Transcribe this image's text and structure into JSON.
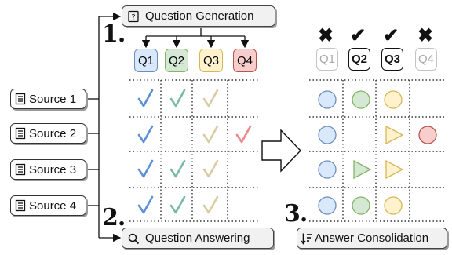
{
  "sources": [
    "Source 1",
    "Source 2",
    "Source 3",
    "Source 4"
  ],
  "stages": {
    "question_generation": "Question Generation",
    "question_answering": "Question Answering",
    "answer_consolidation": "Answer Consolidation"
  },
  "step_numbers": [
    "1.",
    "2.",
    "3."
  ],
  "questions": [
    "Q1",
    "Q2",
    "Q3",
    "Q4"
  ],
  "question_colors": {
    "Q1": {
      "fill": "#dae8fc",
      "stroke": "#6c8ebf"
    },
    "Q2": {
      "fill": "#d5e8d4",
      "stroke": "#82b366"
    },
    "Q3": {
      "fill": "#fff2cc",
      "stroke": "#d6b656"
    },
    "Q4": {
      "fill": "#f8cecc",
      "stroke": "#b85450"
    }
  },
  "answer_matrix": [
    [
      true,
      true,
      true,
      false
    ],
    [
      true,
      false,
      true,
      true
    ],
    [
      true,
      true,
      true,
      false
    ],
    [
      true,
      true,
      true,
      false
    ]
  ],
  "consolidation": {
    "marks": [
      "✖",
      "✔",
      "✔",
      "✖"
    ],
    "kept": [
      false,
      true,
      true,
      false
    ],
    "shapes": [
      [
        "circle",
        "circle",
        "circle",
        ""
      ],
      [
        "circle",
        "",
        "triangle",
        "circle"
      ],
      [
        "circle",
        "triangle",
        "triangle",
        ""
      ],
      [
        "circle",
        "circle",
        "circle",
        ""
      ]
    ]
  }
}
